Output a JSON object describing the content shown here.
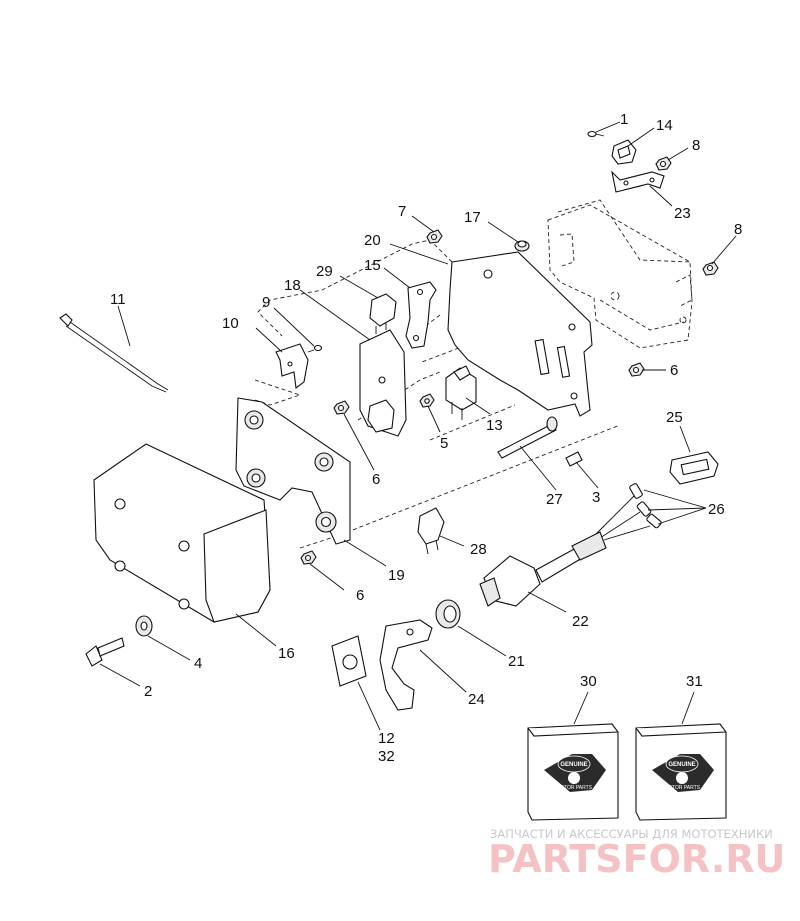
{
  "callouts": [
    {
      "text": "1"
    },
    {
      "text": "14"
    },
    {
      "text": "8"
    },
    {
      "text": "23"
    },
    {
      "text": "7"
    },
    {
      "text": "17"
    },
    {
      "text": "8"
    },
    {
      "text": "20"
    },
    {
      "text": "15"
    },
    {
      "text": "29"
    },
    {
      "text": "18"
    },
    {
      "text": "11"
    },
    {
      "text": "9"
    },
    {
      "text": "10"
    },
    {
      "text": "6"
    },
    {
      "text": "13"
    },
    {
      "text": "5"
    },
    {
      "text": "6"
    },
    {
      "text": "25"
    },
    {
      "text": "27"
    },
    {
      "text": "3"
    },
    {
      "text": "26"
    },
    {
      "text": "28"
    },
    {
      "text": "19"
    },
    {
      "text": "16"
    },
    {
      "text": "6"
    },
    {
      "text": "22"
    },
    {
      "text": "21"
    },
    {
      "text": "4"
    },
    {
      "text": "2"
    },
    {
      "text": "24"
    },
    {
      "text": "12"
    },
    {
      "text": "32"
    },
    {
      "text": "30"
    },
    {
      "text": "31"
    }
  ],
  "packages": [
    {
      "line1": "GENUINE",
      "line2": "MOTOR PARTS"
    },
    {
      "line1": "GENUINE",
      "line2": "MOTOR PARTS"
    }
  ],
  "watermark": {
    "tagline": "ЗАПЧАСТИ И АКСЕССУАРЫ ДЛЯ МОТОТЕХНИКИ",
    "brand": "PARTSFOR.RU"
  },
  "colors": {
    "line": "#111111",
    "watermark_text": "#c8c8c8",
    "watermark_brand": "#f4c2c2",
    "package_emblem": "#2b2b2b"
  }
}
